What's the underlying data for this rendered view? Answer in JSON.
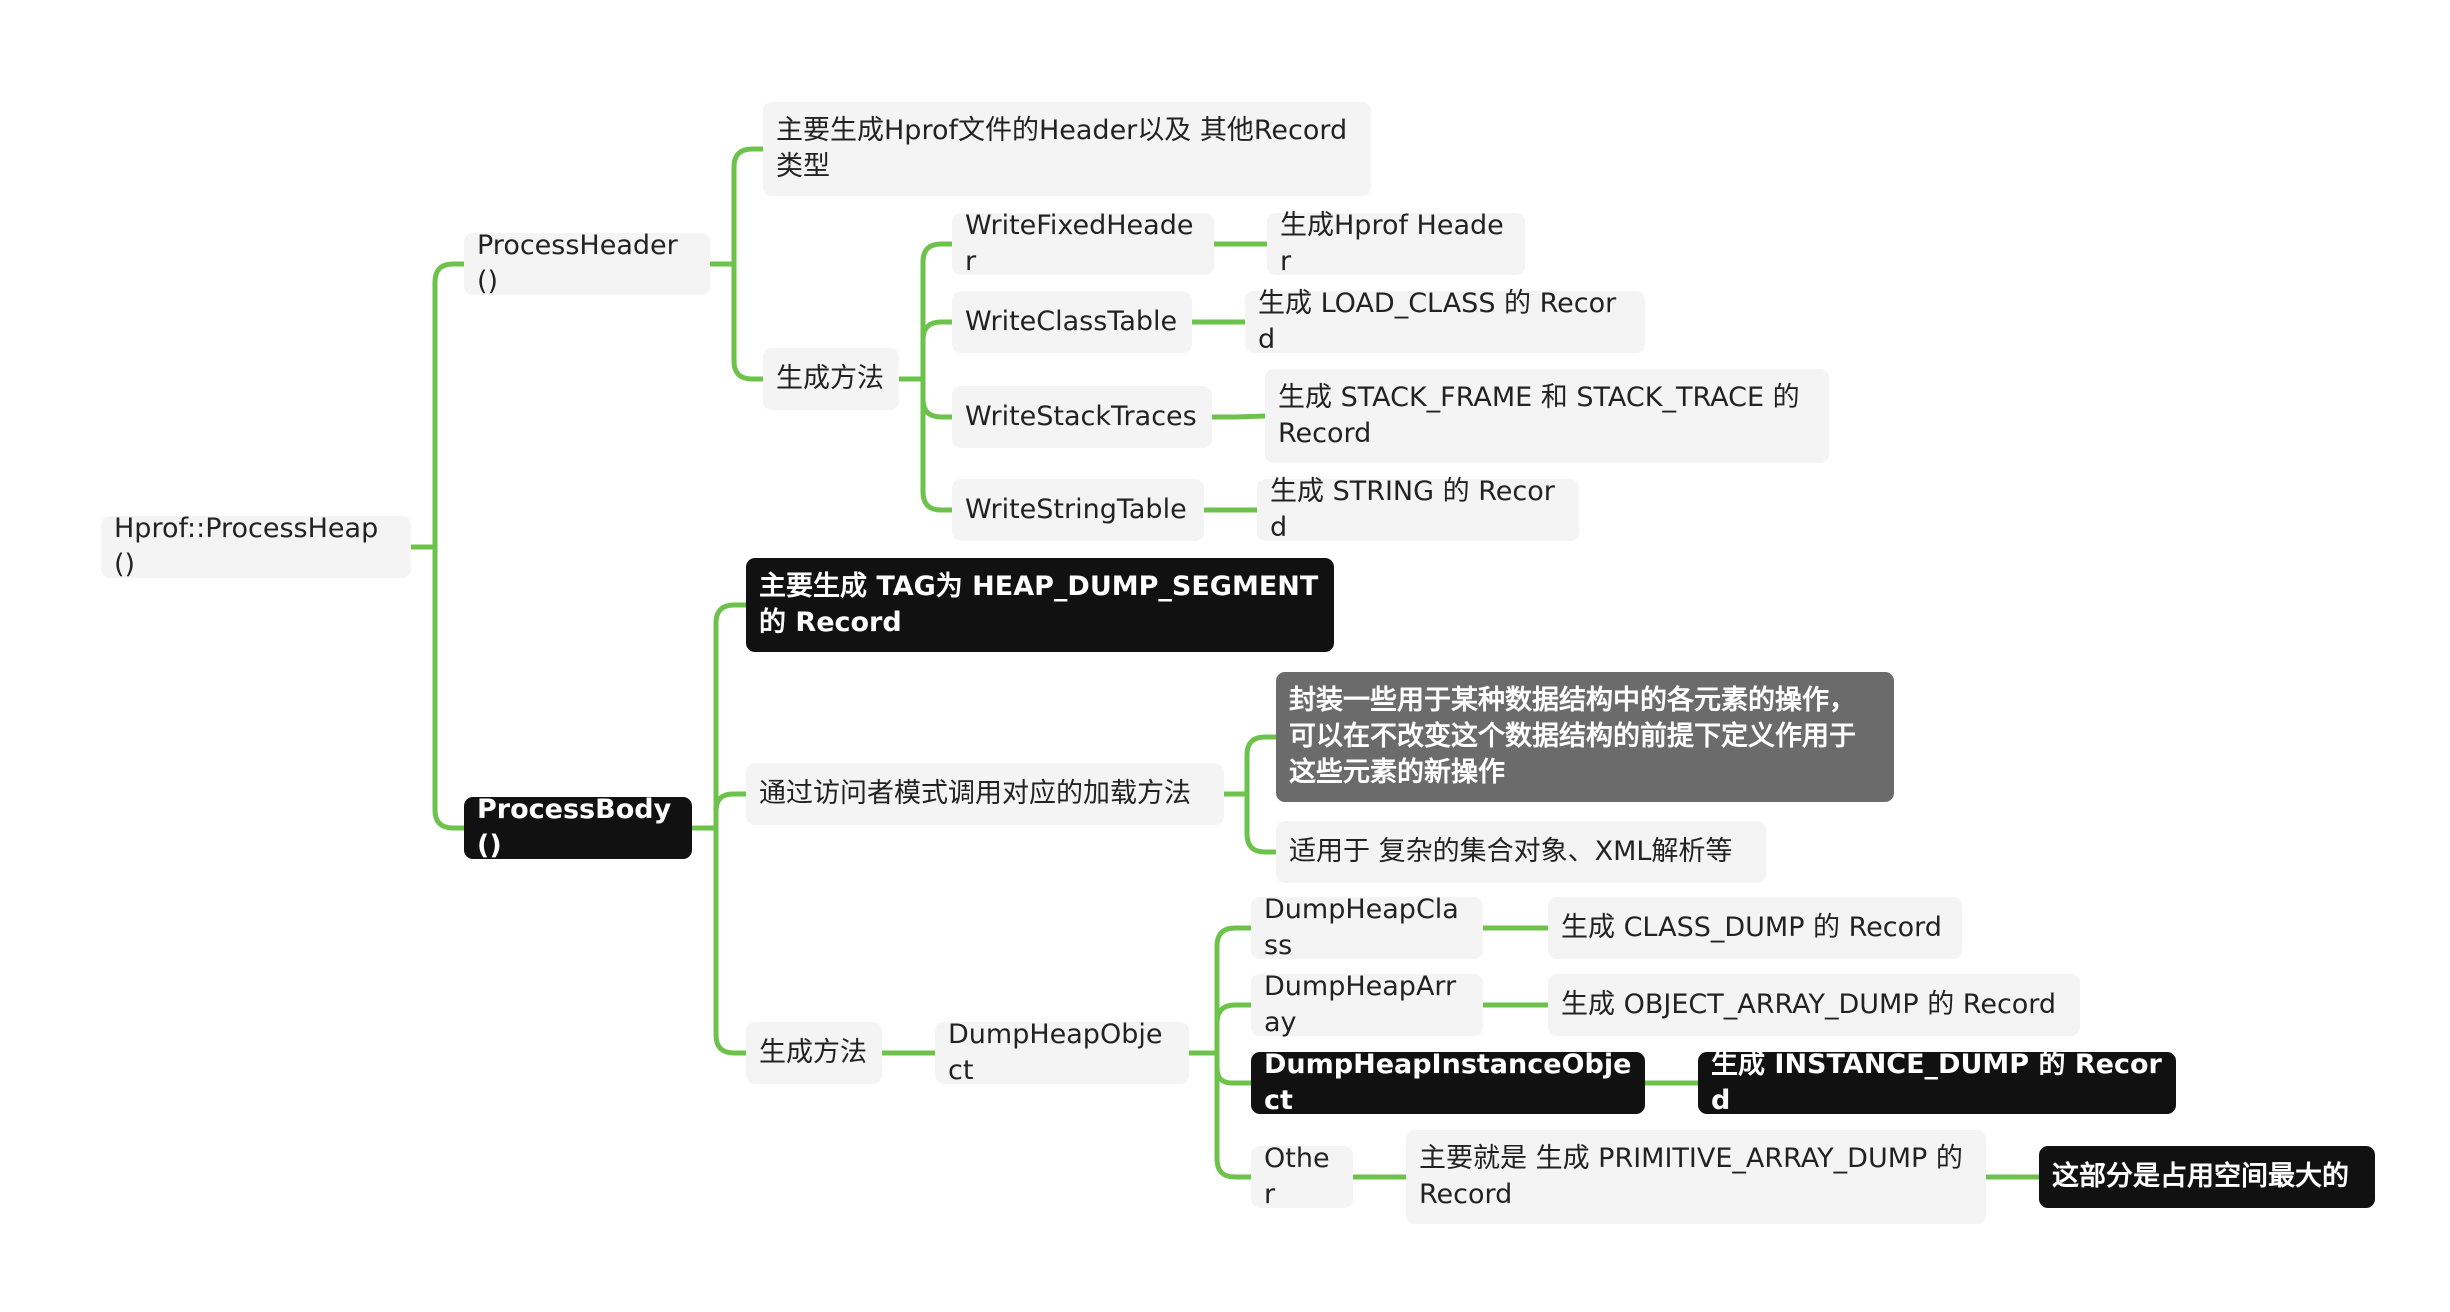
{
  "colors": {
    "connector": "#6cc24a",
    "plain_fill": "#f4f4f4",
    "dark_fill": "#111111",
    "gray_fill": "#6b6b6b"
  },
  "nodes": [
    {
      "id": "root",
      "label": "Hprof::ProcessHeap()",
      "style": "plain"
    },
    {
      "id": "process_header",
      "label": "ProcessHeader()",
      "style": "plain"
    },
    {
      "id": "header_note",
      "label": "主要生成Hprof文件的Header以及 其他Record类型",
      "style": "plain"
    },
    {
      "id": "header_methods",
      "label": "生成方法",
      "style": "plain"
    },
    {
      "id": "write_fixed_header",
      "label": "WriteFixedHeader",
      "style": "plain"
    },
    {
      "id": "gen_hprof_header",
      "label": "生成Hprof Header",
      "style": "plain"
    },
    {
      "id": "write_class_table",
      "label": "WriteClassTable",
      "style": "plain"
    },
    {
      "id": "gen_load_class",
      "label": "生成 LOAD_CLASS 的 Record",
      "style": "plain"
    },
    {
      "id": "write_stack_traces",
      "label": "WriteStackTraces",
      "style": "plain"
    },
    {
      "id": "gen_stack_frame",
      "label": "生成 STACK_FRAME 和 STACK_TRACE 的 Record",
      "style": "plain"
    },
    {
      "id": "write_string_table",
      "label": "WriteStringTable",
      "style": "plain"
    },
    {
      "id": "gen_string",
      "label": "生成 STRING 的 Record",
      "style": "plain"
    },
    {
      "id": "process_body",
      "label": "ProcessBody()",
      "style": "dark"
    },
    {
      "id": "body_note",
      "label": "主要生成 TAG为 HEAP_DUMP_SEGMENT 的 Record",
      "style": "dark"
    },
    {
      "id": "visitor_pattern",
      "label": "通过访问者模式调用对应的加载方法",
      "style": "plain"
    },
    {
      "id": "visitor_desc",
      "label": "封装一些用于某种数据结构中的各元素的操作，可以在不改变这个数据结构的前提下定义作用于这些元素的新操作",
      "style": "gray"
    },
    {
      "id": "visitor_usage",
      "label": "适用于 复杂的集合对象、XML解析等",
      "style": "plain"
    },
    {
      "id": "body_methods",
      "label": "生成方法",
      "style": "plain"
    },
    {
      "id": "dump_heap_object",
      "label": "DumpHeapObject",
      "style": "plain"
    },
    {
      "id": "dump_heap_class",
      "label": "DumpHeapClass",
      "style": "plain"
    },
    {
      "id": "gen_class_dump",
      "label": "生成 CLASS_DUMP 的 Record",
      "style": "plain"
    },
    {
      "id": "dump_heap_array",
      "label": "DumpHeapArray",
      "style": "plain"
    },
    {
      "id": "gen_object_array_dump",
      "label": "生成 OBJECT_ARRAY_DUMP 的 Record",
      "style": "plain"
    },
    {
      "id": "dump_heap_instance",
      "label": "DumpHeapInstanceObject",
      "style": "dark"
    },
    {
      "id": "gen_instance_dump",
      "label": "生成 INSTANCE_DUMP 的 Record",
      "style": "dark"
    },
    {
      "id": "other",
      "label": "Other",
      "style": "plain"
    },
    {
      "id": "gen_primitive_array",
      "label": "主要就是 生成 PRIMITIVE_ARRAY_DUMP 的 Record",
      "style": "plain"
    },
    {
      "id": "largest_note",
      "label": "这部分是占用空间最大的",
      "style": "dark"
    }
  ],
  "edges": [
    [
      "root",
      "process_header"
    ],
    [
      "root",
      "process_body"
    ],
    [
      "process_header",
      "header_note"
    ],
    [
      "process_header",
      "header_methods"
    ],
    [
      "header_methods",
      "write_fixed_header"
    ],
    [
      "header_methods",
      "write_class_table"
    ],
    [
      "header_methods",
      "write_stack_traces"
    ],
    [
      "header_methods",
      "write_string_table"
    ],
    [
      "write_fixed_header",
      "gen_hprof_header"
    ],
    [
      "write_class_table",
      "gen_load_class"
    ],
    [
      "write_stack_traces",
      "gen_stack_frame"
    ],
    [
      "write_string_table",
      "gen_string"
    ],
    [
      "process_body",
      "body_note"
    ],
    [
      "process_body",
      "visitor_pattern"
    ],
    [
      "process_body",
      "body_methods"
    ],
    [
      "visitor_pattern",
      "visitor_desc"
    ],
    [
      "visitor_pattern",
      "visitor_usage"
    ],
    [
      "body_methods",
      "dump_heap_object"
    ],
    [
      "dump_heap_object",
      "dump_heap_class"
    ],
    [
      "dump_heap_object",
      "dump_heap_array"
    ],
    [
      "dump_heap_object",
      "dump_heap_instance"
    ],
    [
      "dump_heap_object",
      "other"
    ],
    [
      "dump_heap_class",
      "gen_class_dump"
    ],
    [
      "dump_heap_array",
      "gen_object_array_dump"
    ],
    [
      "dump_heap_instance",
      "gen_instance_dump"
    ],
    [
      "other",
      "gen_primitive_array"
    ],
    [
      "gen_primitive_array",
      "largest_note"
    ]
  ]
}
